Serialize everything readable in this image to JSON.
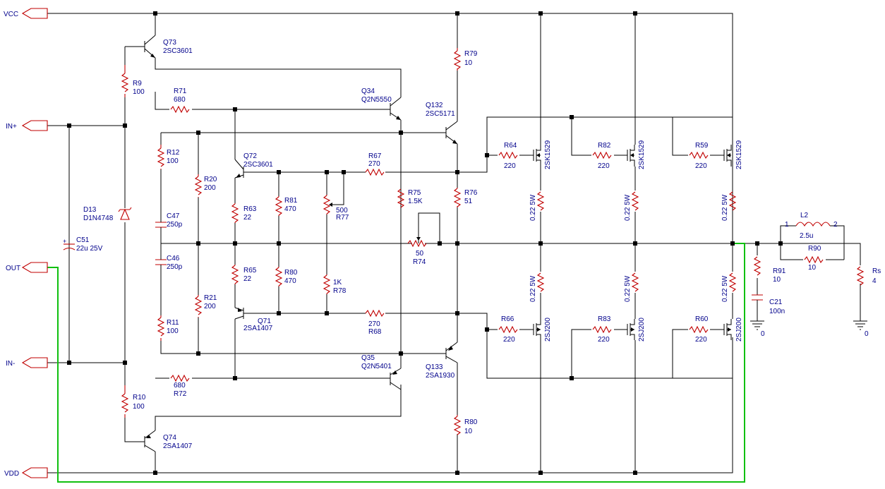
{
  "ports": {
    "vcc": "VCC",
    "in_plus": "IN+",
    "out": "OUT",
    "in_minus": "IN-",
    "vdd": "VDD"
  },
  "components": {
    "Q73": {
      "ref": "Q73",
      "part": "2SC3601"
    },
    "Q74": {
      "ref": "Q74",
      "part": "2SA1407"
    },
    "Q72": {
      "ref": "Q72",
      "part": "2SC3601"
    },
    "Q71": {
      "ref": "Q71",
      "part": "2SA1407"
    },
    "Q34": {
      "ref": "Q34",
      "part": "Q2N5550"
    },
    "Q35": {
      "ref": "Q35",
      "part": "Q2N5401"
    },
    "Q132": {
      "ref": "Q132",
      "part": "2SC5171"
    },
    "Q133": {
      "ref": "Q133",
      "part": "2SA1930"
    },
    "R9": {
      "ref": "R9",
      "value": "100"
    },
    "R10": {
      "ref": "R10",
      "value": "100"
    },
    "R71": {
      "ref": "R71",
      "value": "680"
    },
    "R72": {
      "ref": "R72",
      "value": "680"
    },
    "R12": {
      "ref": "R12",
      "value": "100"
    },
    "R11": {
      "ref": "R11",
      "value": "100"
    },
    "R20": {
      "ref": "R20",
      "value": "200"
    },
    "R21": {
      "ref": "R21",
      "value": "200"
    },
    "C47": {
      "ref": "C47",
      "value": "250p"
    },
    "C46": {
      "ref": "C46",
      "value": "250p"
    },
    "R63": {
      "ref": "R63",
      "value": "22"
    },
    "R65": {
      "ref": "R65",
      "value": "22"
    },
    "R81": {
      "ref": "R81",
      "value": "470"
    },
    "R80b": {
      "ref": "R80",
      "value": "470"
    },
    "R77": {
      "ref": "R77",
      "value": "500"
    },
    "R78": {
      "ref": "R78",
      "value": "1K"
    },
    "R67": {
      "ref": "R67",
      "value": "270"
    },
    "R68": {
      "ref": "R68",
      "value": "270"
    },
    "R75": {
      "ref": "R75",
      "value": "1.5K"
    },
    "R74": {
      "ref": "R74",
      "value": "50"
    },
    "R79": {
      "ref": "R79",
      "value": "10"
    },
    "R80": {
      "ref": "R80",
      "value": "10"
    },
    "R76": {
      "ref": "R76",
      "value": "51"
    },
    "D13": {
      "ref": "D13",
      "part": "D1N4748"
    },
    "C51": {
      "ref": "C51",
      "value": "22u 25V"
    },
    "R64": {
      "ref": "R64",
      "value": "220"
    },
    "R82": {
      "ref": "R82",
      "value": "220"
    },
    "R59": {
      "ref": "R59",
      "value": "220"
    },
    "R66": {
      "ref": "R66",
      "value": "220"
    },
    "R83": {
      "ref": "R83",
      "value": "220"
    },
    "R60": {
      "ref": "R60",
      "value": "220"
    },
    "mosfet_n": "2SK1529",
    "mosfet_p": "2SJ200",
    "source_res": "0.22 5W",
    "R91": {
      "ref": "R91",
      "value": "10"
    },
    "C21": {
      "ref": "C21",
      "value": "100n"
    },
    "L2": {
      "ref": "L2",
      "value": "2.5u",
      "pin1": "1",
      "pin2": "2"
    },
    "R90": {
      "ref": "R90",
      "value": "10"
    },
    "Rs": {
      "ref": "Rs",
      "value": "4"
    },
    "gnd": "0"
  }
}
